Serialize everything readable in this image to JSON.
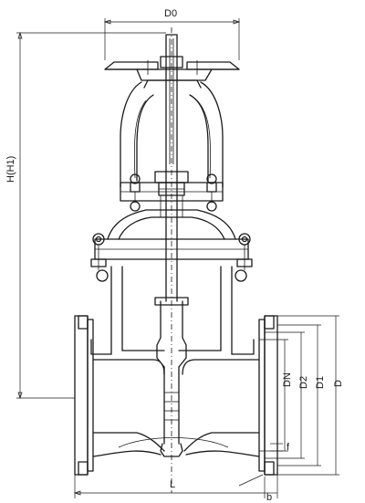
{
  "dimension_labels": {
    "top_handwheel": "D0",
    "overall_height": "H(H1)",
    "nominal_diameter": "DN",
    "raised_face_diameter": "D2",
    "bolt_circle_diameter": "D1",
    "flange_outer_diameter": "D",
    "face_to_face_length": "L",
    "flange_thickness": "b",
    "raised_face_height": "f"
  },
  "colors": {
    "line": "#1a1a1a",
    "background": "#ffffff"
  }
}
